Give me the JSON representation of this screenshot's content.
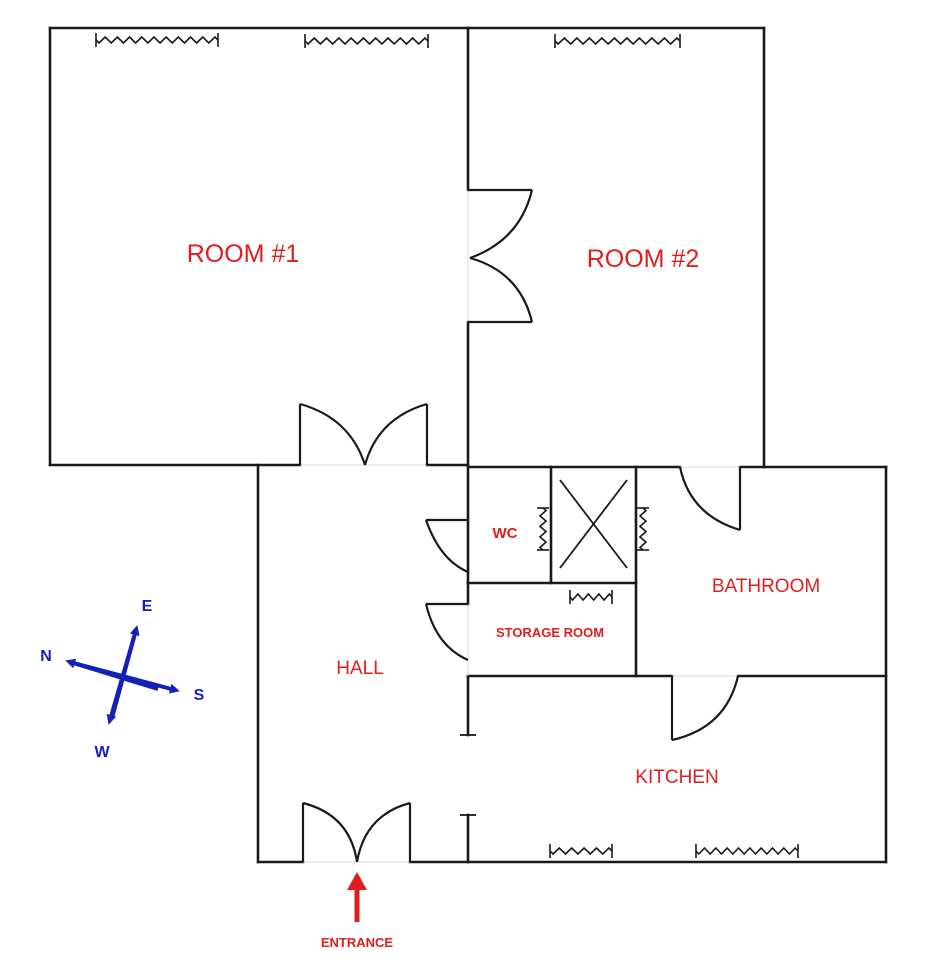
{
  "rooms": {
    "room1": "ROOM #1",
    "room2": "ROOM #2",
    "wc": "WC",
    "bathroom": "BATHROOM",
    "storage": "STORAGE ROOM",
    "hall": "HALL",
    "kitchen": "KITCHEN"
  },
  "entrance": {
    "label": "ENTRANCE"
  },
  "compass": {
    "e": "E",
    "n": "N",
    "s": "S",
    "w": "W"
  },
  "colors": {
    "room_labels": "#e01e1e",
    "entrance_arrow": "#e01e1e",
    "compass": "#1520b8",
    "walls": "#1a1a1a"
  }
}
